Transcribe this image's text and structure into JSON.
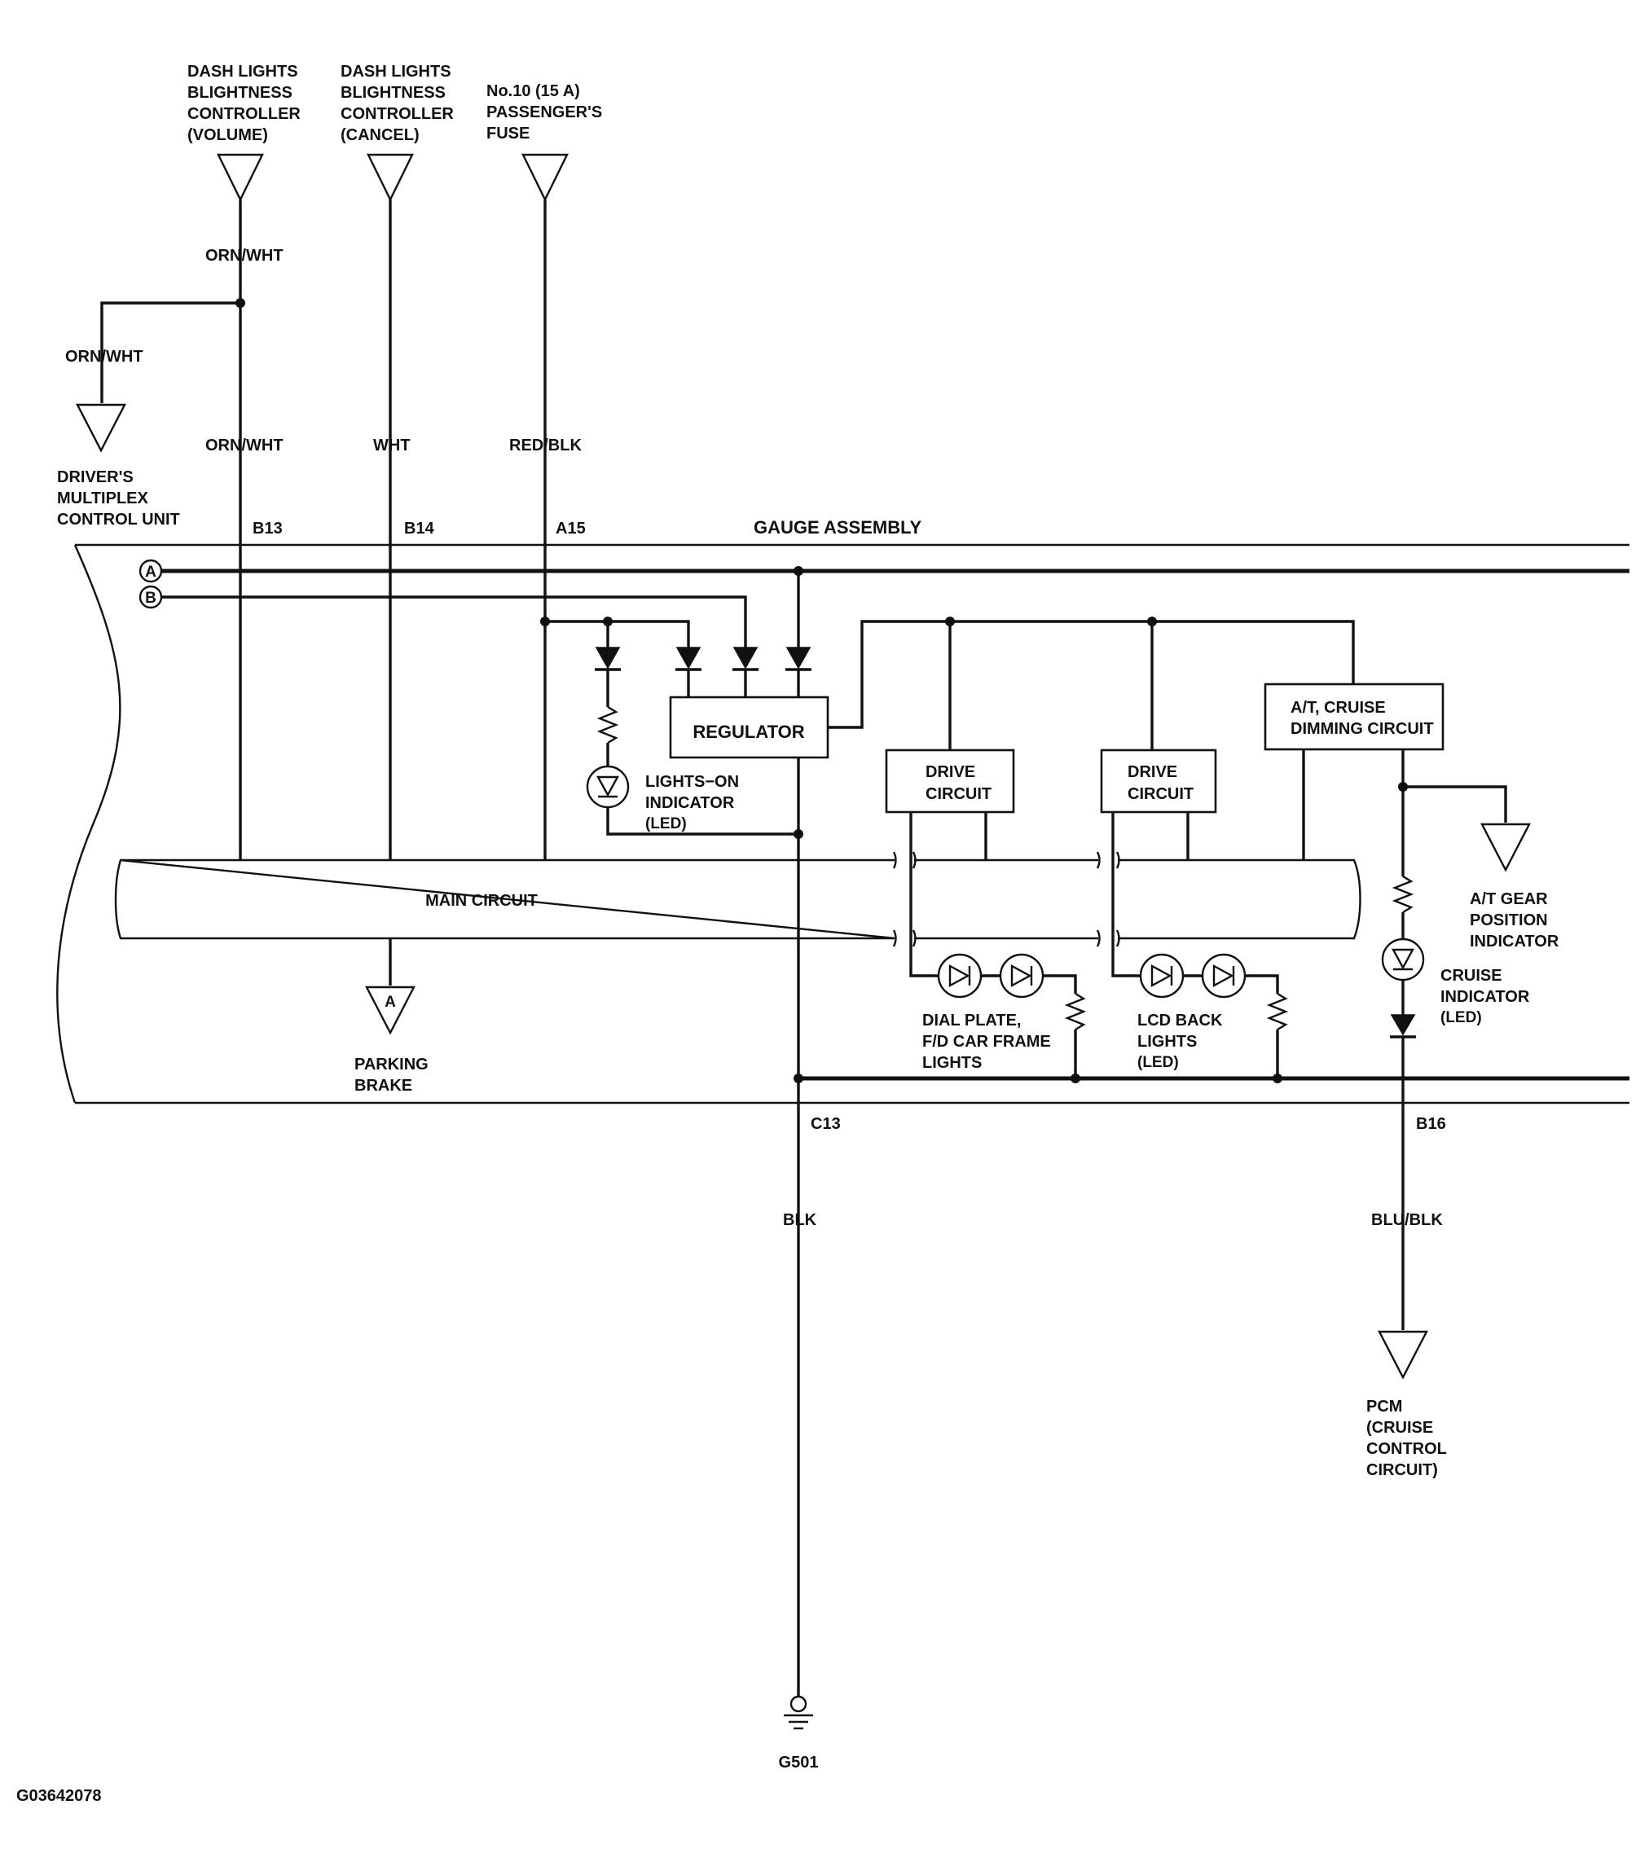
{
  "figure_id": "G03642078",
  "top_connectors": {
    "volume": [
      "DASH LIGHTS",
      "BLIGHTNESS",
      "CONTROLLER",
      "(VOLUME)"
    ],
    "cancel": [
      "DASH LIGHTS",
      "BLIGHTNESS",
      "CONTROLLER",
      "(CANCEL)"
    ],
    "fuse": [
      "No.10 (15 A)",
      "PASSENGER'S",
      "FUSE"
    ]
  },
  "driver_unit": [
    "DRIVER'S",
    "MULTIPLEX",
    "CONTROL UNIT"
  ],
  "wires": {
    "orn_wht_top": "ORN/WHT",
    "orn_wht_branch": "ORN/WHT",
    "orn_wht_lower": "ORN/WHT",
    "wht": "WHT",
    "red_blk": "RED/BLK",
    "blk": "BLK",
    "blu_blk": "BLU/BLK"
  },
  "pins": {
    "b13": "B13",
    "b14": "B14",
    "a15": "A15",
    "c13": "C13",
    "b16": "B16"
  },
  "gauge_assembly": "GAUGE ASSEMBLY",
  "bus_markers": {
    "a": "A",
    "b": "B"
  },
  "blocks": {
    "regulator": "REGULATOR",
    "drive_circuit_1": [
      "DRIVE",
      "CIRCUIT"
    ],
    "drive_circuit_2": [
      "DRIVE",
      "CIRCUIT"
    ],
    "dimming": [
      "A/T, CRUISE",
      "DIMMING CIRCUIT"
    ],
    "main_circuit": "MAIN CIRCUIT"
  },
  "components": {
    "lights_on": [
      "LIGHTS−ON",
      "INDICATOR",
      "(LED)"
    ],
    "dial_plate": [
      "DIAL PLATE,",
      "F/D CAR FRAME",
      "LIGHTS"
    ],
    "lcd_back": [
      "LCD BACK",
      "LIGHTS",
      "(LED)"
    ],
    "cruise_indicator": [
      "CRUISE",
      "INDICATOR",
      "(LED)"
    ]
  },
  "outputs": {
    "parking_brake_marker": "A",
    "parking_brake": [
      "PARKING",
      "BRAKE"
    ],
    "at_gear": [
      "A/T GEAR",
      "POSITION",
      "INDICATOR"
    ],
    "pcm": [
      "PCM",
      "(CRUISE",
      "CONTROL",
      "CIRCUIT)"
    ],
    "ground": "G501"
  }
}
